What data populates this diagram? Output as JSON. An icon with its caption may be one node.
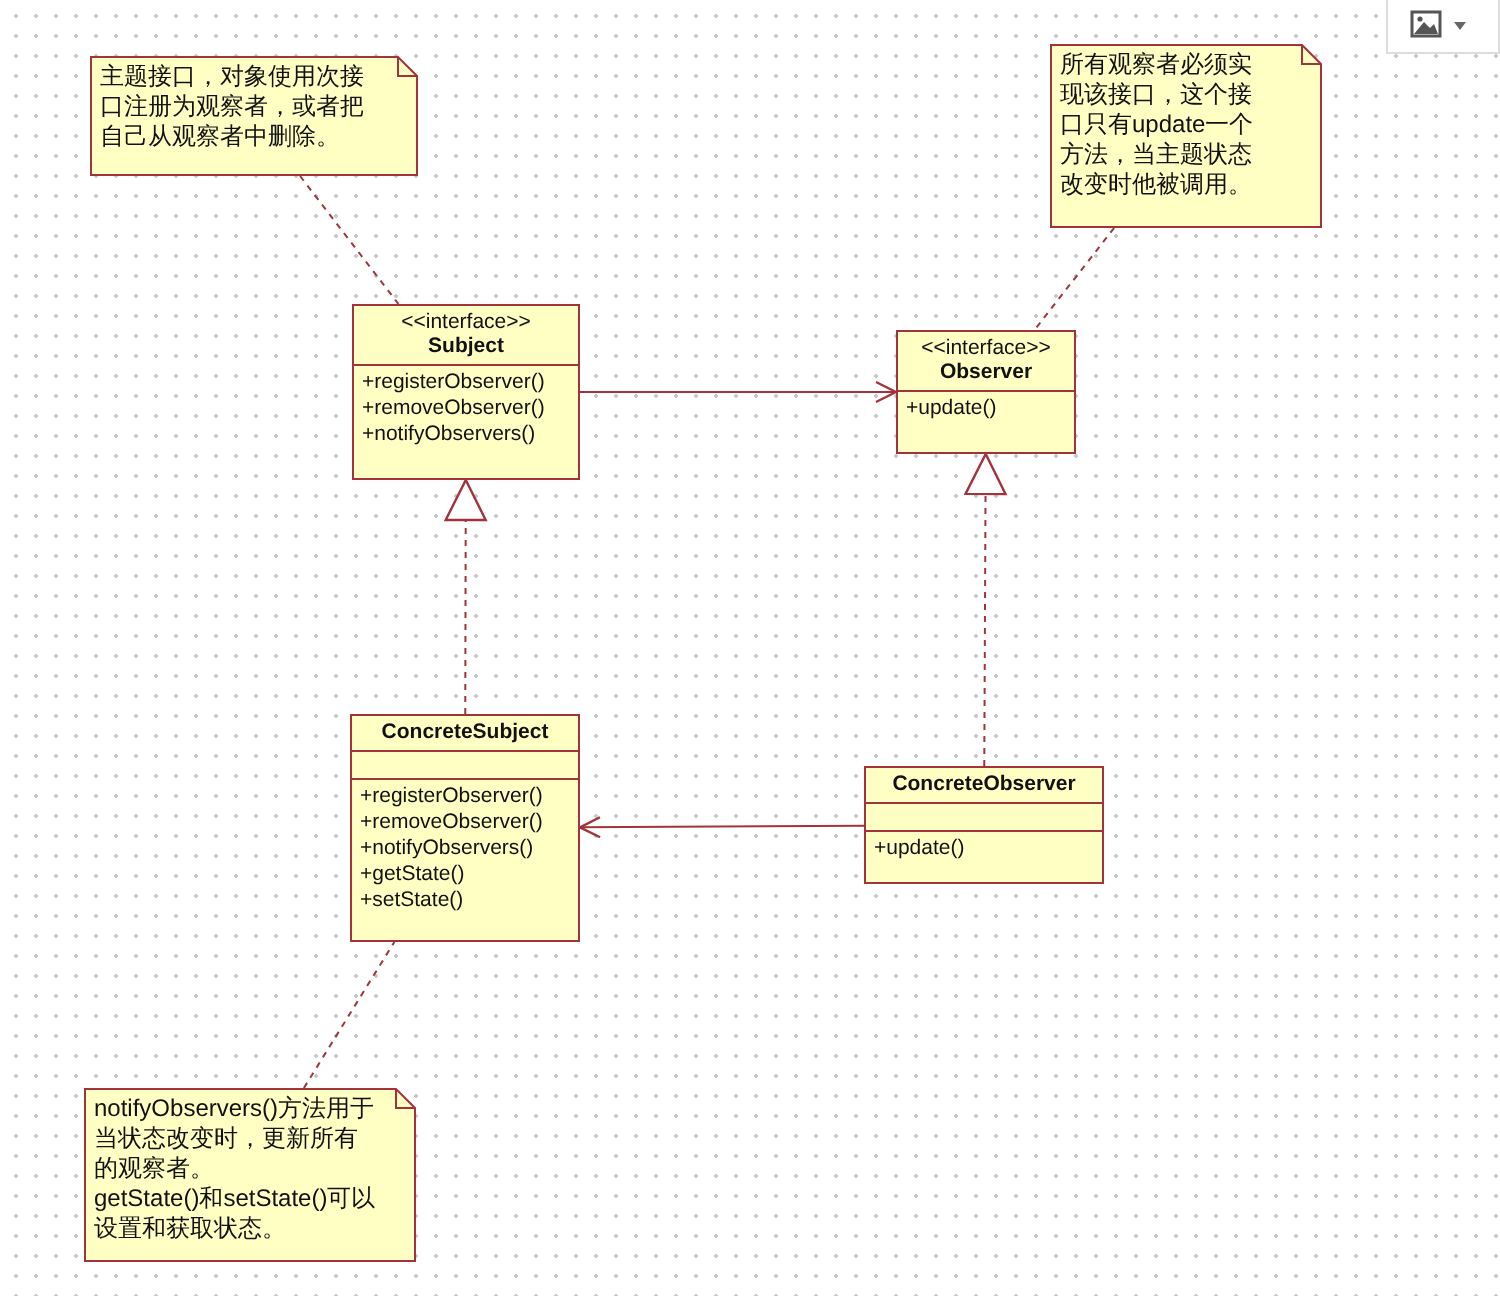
{
  "diagram": {
    "nodes": [
      {
        "text": [
          "主题接口，对象使用次接口注册为观察者，或者把自己从观察者中删除。"
        ]
      },
      {
        "text": [
          "<<interface>>",
          "Subject",
          "+registerObserver()",
          "+removeObserver()",
          "+notifyObservers()"
        ]
      },
      {
        "text": [
          "所有观察者必须实现该接口，这个接口只有update一个方法，当主题状态改变时他被调用。"
        ]
      },
      {
        "text": [
          "<<interface>>",
          "Observer",
          "+update()"
        ]
      },
      {
        "text": [
          "ConcreteSubject",
          "+registerObserver()",
          "+removeObserver()",
          "+notifyObservers()",
          "+getState()",
          "+setState()"
        ]
      },
      {
        "text": [
          "ConcreteObserver",
          "+update()"
        ]
      },
      {
        "text": [
          "notifyObservers()方法用于当状态改变时，更新所有的观察者。",
          "getState()和setState()可以设置和获取状态。"
        ]
      }
    ],
    "edges": [
      {
        "from": 0,
        "to": 1,
        "arrow": "none",
        "style": "dashed"
      },
      {
        "from": 2,
        "to": 3,
        "arrow": "none",
        "style": "dashed"
      },
      {
        "from": 1,
        "to": 3,
        "arrow": "to"
      },
      {
        "from": 4,
        "to": 1,
        "arrow": "to",
        "style": "dashed"
      },
      {
        "from": 5,
        "to": 3,
        "arrow": "to",
        "style": "dashed"
      },
      {
        "from": 5,
        "to": 4,
        "arrow": "to"
      },
      {
        "from": 6,
        "to": 4,
        "arrow": "none",
        "style": "dashed"
      }
    ]
  }
}
